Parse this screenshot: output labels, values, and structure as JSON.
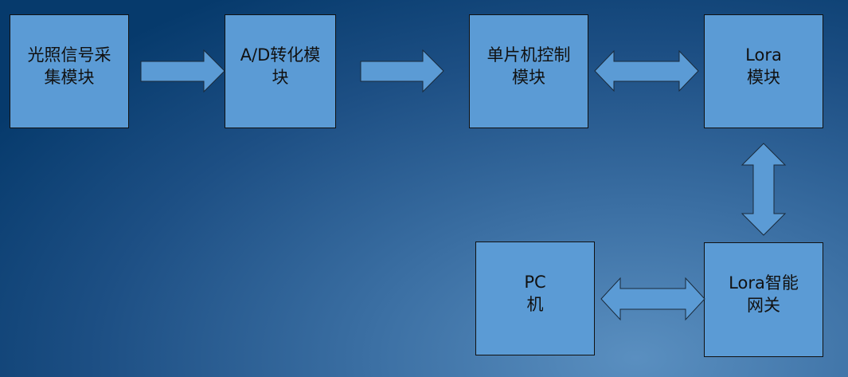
{
  "nodes": {
    "light_sensor": "光照信号采\n集模块",
    "ad_converter": "A/D转化模\n块",
    "mcu": "单片机控制\n模块",
    "lora": "Lora\n模块",
    "lora_gateway": "Lora智能\n网关",
    "pc": "PC\n机"
  },
  "colors": {
    "box_fill": "#5b9bd5",
    "background": "#063a6c"
  }
}
